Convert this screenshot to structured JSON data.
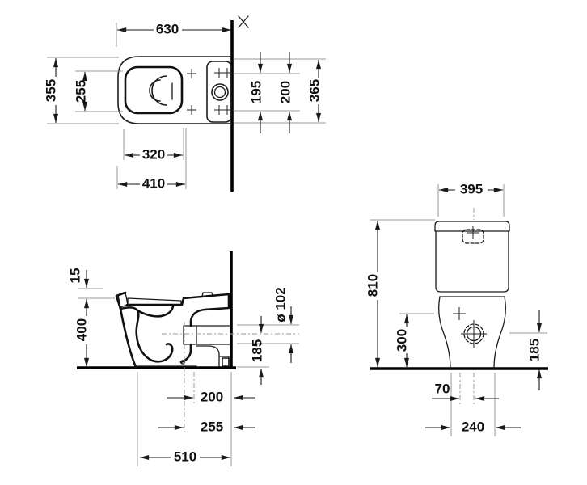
{
  "drawing": {
    "title": "sanitary-ware-dimension-drawing",
    "background_color": "#ffffff",
    "line_color": "#1a1a1a",
    "extension_line_color": "#9a9a9a",
    "views": {
      "plan": {
        "dims": {
          "overall_length": "630",
          "overall_width": "355",
          "seat_width": "255",
          "opening_length": "320",
          "bowl_length": "410",
          "fixing_span_a": "195",
          "fixing_span_b": "200",
          "rear_span": "365"
        }
      },
      "side": {
        "dims": {
          "seat_rise": "15",
          "seat_height": "400",
          "outlet_diameter": "ø 102",
          "outlet_height": "185",
          "outlet_from_wall": "200",
          "fixing_from_wall": "255",
          "overall_depth": "510"
        }
      },
      "front": {
        "dims": {
          "tank_width": "395",
          "overall_height": "810",
          "supply_height": "300",
          "supply_height_floor": "185",
          "supply_offset": "70",
          "base_width": "240"
        }
      }
    }
  }
}
